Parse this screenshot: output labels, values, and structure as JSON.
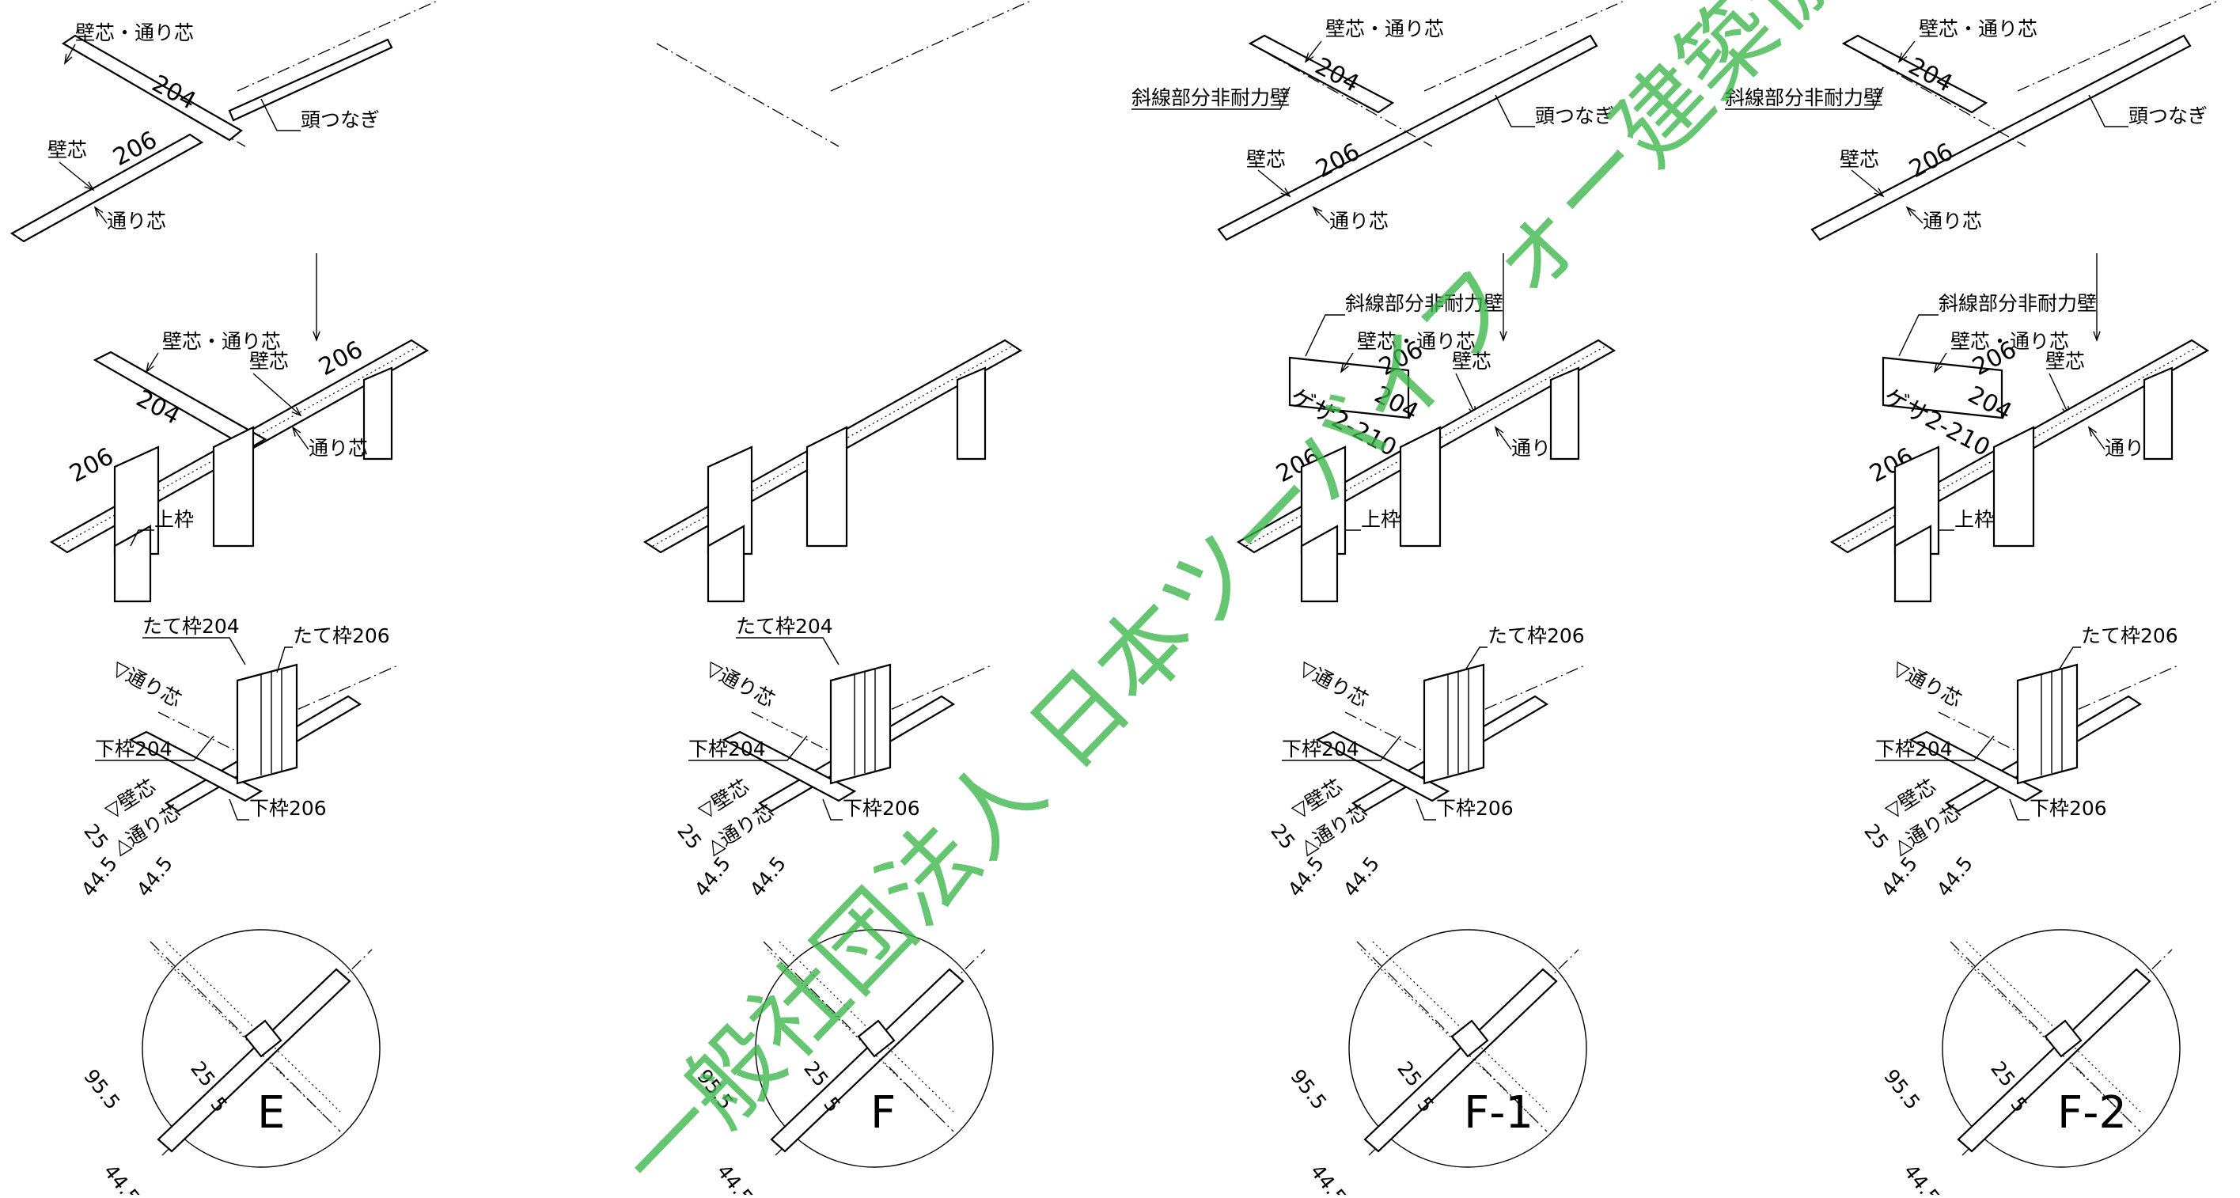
{
  "header_note": "",
  "labels": {
    "wall_grid": "壁芯・通り芯",
    "wall": "壁芯",
    "grid": "通り芯",
    "head_tie": "頭つなぎ",
    "hatch_note": "斜線部分非耐力壁",
    "top_plate": "上枠",
    "stud204": "たて枠204",
    "stud206": "たて枠206",
    "sill204": "下枠204",
    "sill206": "下枠206",
    "grid_up": "▽通り芯",
    "wall_down": "▽壁芯",
    "grid_tri": "△通り芯",
    "n204": "204",
    "n206": "206",
    "ghost": "ゲサ2-210",
    "d25": "25",
    "d5": "5",
    "d445": "44.5",
    "d955": "95.5"
  },
  "variants": [
    {
      "key": "E",
      "label": "E",
      "has_ghost": false,
      "has_stud204": true
    },
    {
      "key": "F",
      "label": "F",
      "has_ghost": true,
      "has_stud204": true
    },
    {
      "key": "F1",
      "label": "F-1",
      "has_ghost": true,
      "has_stud204": false
    },
    {
      "key": "F2",
      "label": "F-2",
      "has_ghost": true,
      "has_stud204": false
    }
  ],
  "watermark": "一般社団法人 日本ツーバイフォー建築協会",
  "colors": {
    "watermark": "#3ab54a",
    "line": "#000000"
  }
}
